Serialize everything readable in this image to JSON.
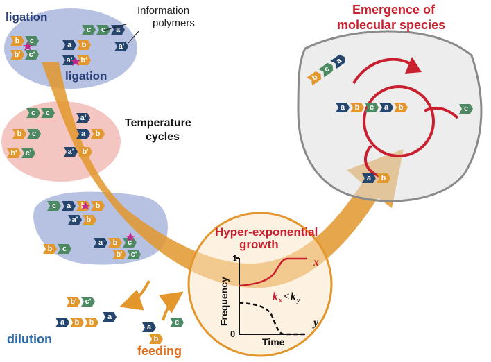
{
  "labels": {
    "ligation_top": "ligation",
    "ligation_mid": "ligation",
    "info_polymers_1": "Information",
    "info_polymers_2": "polymers",
    "temperature_1": "Temperature",
    "temperature_2": "cycles",
    "dilution": "dilution",
    "feeding": "feeding",
    "emergence_1": "Emergence of",
    "emergence_2": "molecular species",
    "hyper_1": "Hyper-exponential",
    "hyper_2": "growth"
  },
  "plot": {
    "y_axis_label": "Frequency",
    "x_axis_label": "Time",
    "y_tick_top": "1",
    "y_tick_bottom": "0",
    "curve_x_label": "x",
    "curve_y_label": "y",
    "rate_label": "k",
    "rate_sub_x": "x",
    "rate_sub_y": "y",
    "rate_relation": "<"
  },
  "block_letters": {
    "a": "a",
    "b": "b",
    "c": "c",
    "a_prime": "a'",
    "b_prime": "b'",
    "c_prime": "c'"
  },
  "colors": {
    "block_a": "#25456d",
    "block_b": "#e2982d",
    "block_c": "#4d8a63",
    "ligation_blue": "#2a3f7a",
    "emergence_red": "#c8202e",
    "hyper_red": "#c8202e",
    "dilution_blue": "#2b6aa8",
    "feeding_orange": "#e06c1c",
    "arrow_orange": "#e2962c",
    "ligation_star": "#c2298d"
  }
}
